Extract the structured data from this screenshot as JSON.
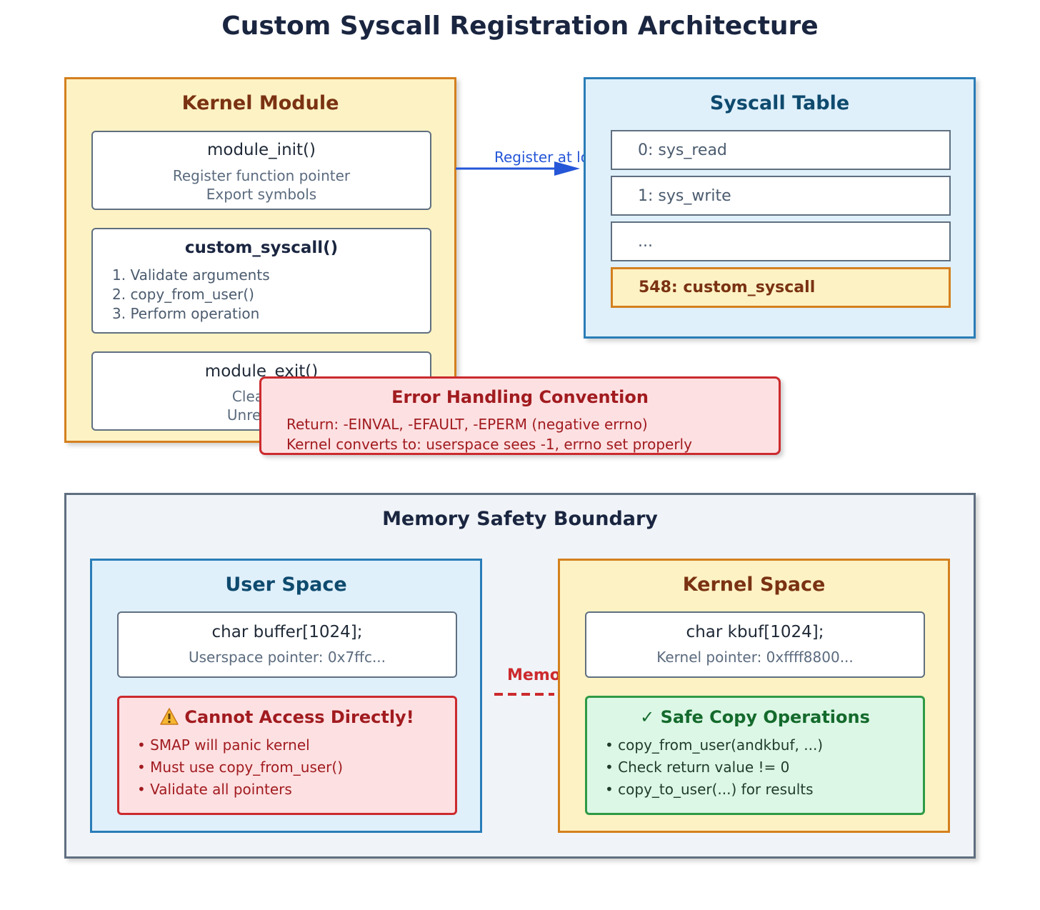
{
  "title": "Custom Syscall Registration Architecture",
  "kernel_module": {
    "title": "Kernel Module",
    "init": {
      "name": "module_init()",
      "lines": [
        "Register function pointer",
        "Export symbols"
      ]
    },
    "syscall": {
      "name": "custom_syscall()",
      "steps": [
        "1. Validate arguments",
        "2. copy_from_user()",
        "3. Perform operation"
      ]
    },
    "exit": {
      "name": "module_exit()",
      "lines": [
        "Cleanup",
        "Unregiste"
      ]
    }
  },
  "arrow_label": "Register at load",
  "syscall_table": {
    "title": "Syscall Table",
    "rows": [
      "0: sys_read",
      "1: sys_write",
      "...",
      "548: custom_syscall"
    ]
  },
  "error_handling": {
    "title": "Error Handling Convention",
    "lines": [
      "Return: -EINVAL, -EFAULT, -EPERM (negative errno)",
      "Kernel converts to: userspace sees -1, errno set properly"
    ]
  },
  "memory_safety": {
    "title": "Memory Safety Boundary",
    "barrier_label": "Memory Barrier",
    "user_space": {
      "title": "User Space",
      "var": "char buffer[1024];",
      "pointer": "Userspace pointer: 0x7ffc...",
      "warning_icon": "warning-icon",
      "warning_title": "Cannot Access Directly!",
      "warnings": [
        "• SMAP will panic kernel",
        "• Must use copy_from_user()",
        "• Validate all pointers"
      ]
    },
    "kernel_space": {
      "title": "Kernel Space",
      "var": "char kbuf[1024];",
      "pointer": "Kernel pointer: 0xffff8800...",
      "safe_title": "✓ Safe Copy Operations",
      "safe_ops": [
        "• copy_from_user(andkbuf, ...)",
        "• Check return value != 0",
        "• copy_to_user(...) for results"
      ]
    }
  },
  "colors": {
    "kernel_yellow": "#fdf2c4",
    "kernel_orange": "#d4801f",
    "user_blue": "#dff0fb",
    "user_border": "#2a7db8",
    "error_red": "#cc2a2e",
    "safe_green": "#2e9a45",
    "arrow_blue": "#2556d8"
  }
}
